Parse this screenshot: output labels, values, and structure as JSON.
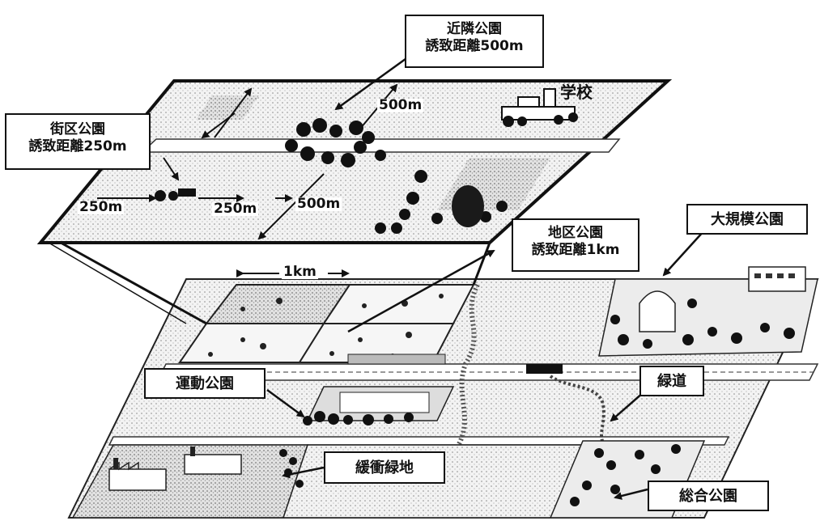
{
  "labels": {
    "neighborhood_park": {
      "name": "近隣公園",
      "radius": "誘致距離500m"
    },
    "block_park": {
      "name": "街区公園",
      "radius": "誘致距離250m"
    },
    "district_park": {
      "name": "地区公園",
      "radius": "誘致距離1km"
    },
    "large_park": {
      "name": "大規模公園"
    },
    "sports_park": {
      "name": "運動公園"
    },
    "green_way": {
      "name": "緑道"
    },
    "buffer_green": {
      "name": "緩衝緑地"
    },
    "general_park": {
      "name": "総合公園"
    }
  },
  "distances": {
    "d250_left": "250m",
    "d250_mid": "250m",
    "d500_mid": "500m",
    "d500_top": "500m",
    "d1km": "1km"
  },
  "school_label": "学校",
  "colors": {
    "ink": "#111111",
    "paper": "#ffffff",
    "speckle": "#8a8a8a",
    "water": "#1a1a1a"
  }
}
